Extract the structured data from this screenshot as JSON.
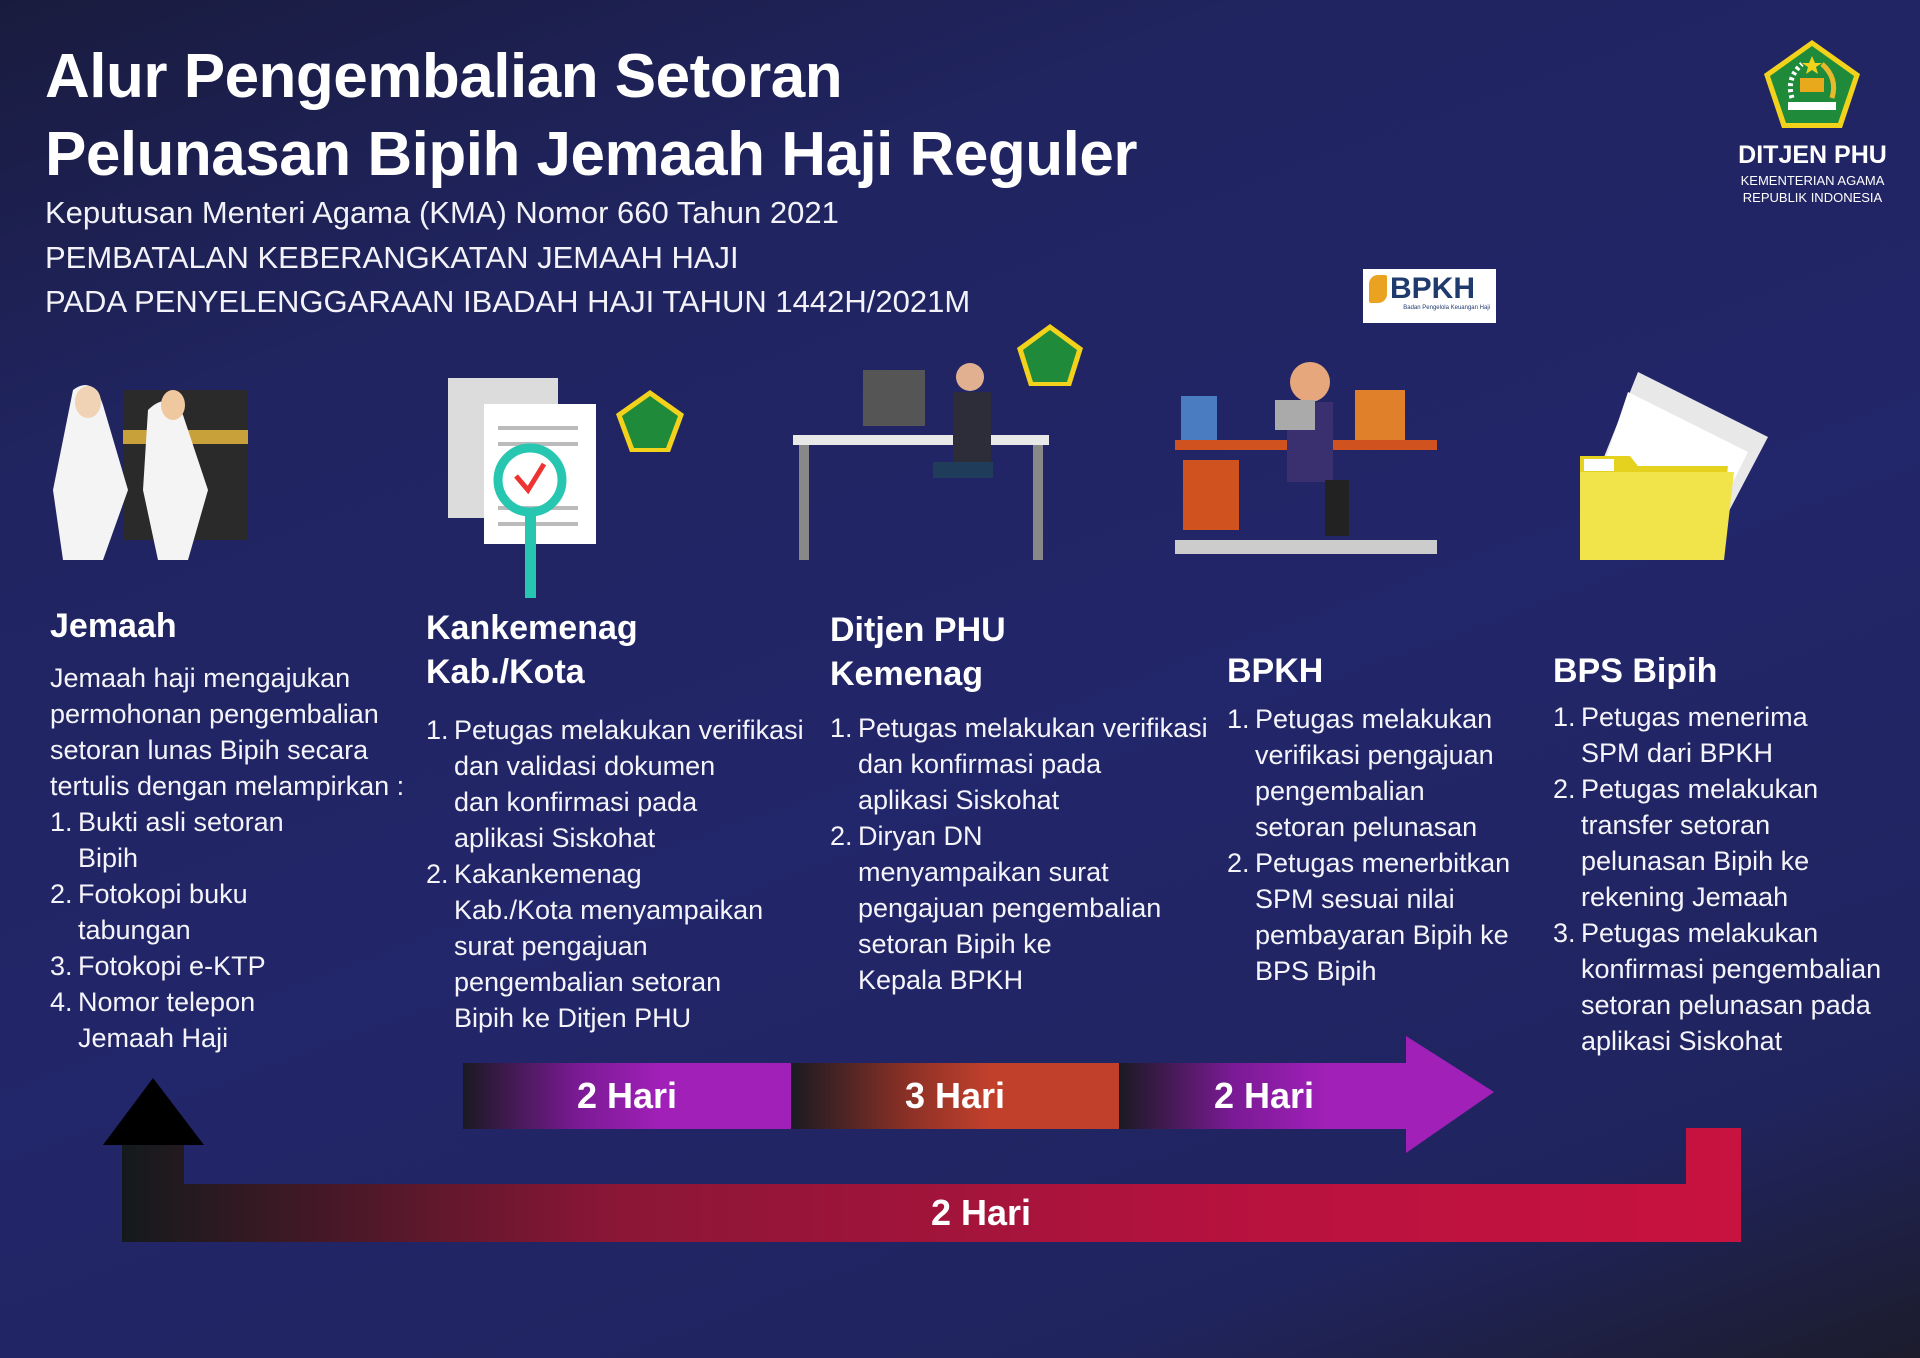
{
  "header": {
    "title_line1": "Alur Pengembalian Setoran",
    "title_line2": "Pelunasan Bipih Jemaah Haji Reguler",
    "subtitle": [
      "Keputusan Menteri Agama (KMA) Nomor 660 Tahun 2021",
      "PEMBATALAN KEBERANGKATAN JEMAAH HAJI",
      "PADA PENYELENGGARAAN IBADAH HAJI TAHUN 1442H/2021M"
    ]
  },
  "logo": {
    "name": "DITJEN PHU",
    "line1": "KEMENTERIAN AGAMA",
    "line2": "REPUBLIK INDONESIA",
    "colors": {
      "green": "#1f8a3a",
      "yellow": "#f2d21b"
    }
  },
  "bpkh_logo": {
    "name": "BPKH",
    "tagline": "Badan Pengelola Keuangan Haji"
  },
  "steps": [
    {
      "title": "Jemaah",
      "intro": "Jemaah haji mengajukan\npermohonan pengembalian\nsetoran lunas Bipih secara\ntertulis dengan melampirkan :",
      "items": [
        "Bukti asli setoran\nBipih",
        "Fotokopi buku\ntabungan",
        "Fotokopi e-KTP",
        "Nomor telepon\nJemaah Haji"
      ]
    },
    {
      "title": "Kankemenag\nKab./Kota",
      "items": [
        "Petugas melakukan verifikasi\ndan validasi dokumen\ndan konfirmasi pada\naplikasi Siskohat",
        "Kakankemenag\nKab./Kota menyampaikan\nsurat pengajuan\npengembalian setoran\nBipih ke Ditjen PHU"
      ]
    },
    {
      "title": "Ditjen PHU\nKemenag",
      "items": [
        "Petugas melakukan verifikasi\ndan konfirmasi pada\naplikasi Siskohat",
        "Diryan DN\nmenyampaikan surat\npengajuan pengembalian\nsetoran Bipih ke\nKepala BPKH"
      ]
    },
    {
      "title": "BPKH",
      "items": [
        "Petugas melakukan\nverifikasi pengajuan\npengembalian\nsetoran pelunasan",
        "Petugas menerbitkan\nSPM sesuai nilai\npembayaran Bipih ke\nBPS Bipih"
      ]
    },
    {
      "title": "BPS Bipih",
      "items": [
        "Petugas menerima\nSPM dari BPKH",
        "Petugas melakukan\ntransfer setoran\npelunasan Bipih ke\nrekening Jemaah",
        "Petugas melakukan\nkonfirmasi pengembalian\nsetoran pelunasan pada\naplikasi Siskohat"
      ]
    }
  ],
  "timeline": {
    "segments": [
      {
        "label": "2 Hari",
        "color": "#a020b8"
      },
      {
        "label": "3 Hari",
        "color": "#c0402c"
      },
      {
        "label": "2 Hari",
        "color": "#a020b8"
      }
    ],
    "return": {
      "label": "2 Hari",
      "color": "#c8123f"
    }
  },
  "numbers": [
    "1.",
    "2.",
    "3.",
    "4."
  ]
}
